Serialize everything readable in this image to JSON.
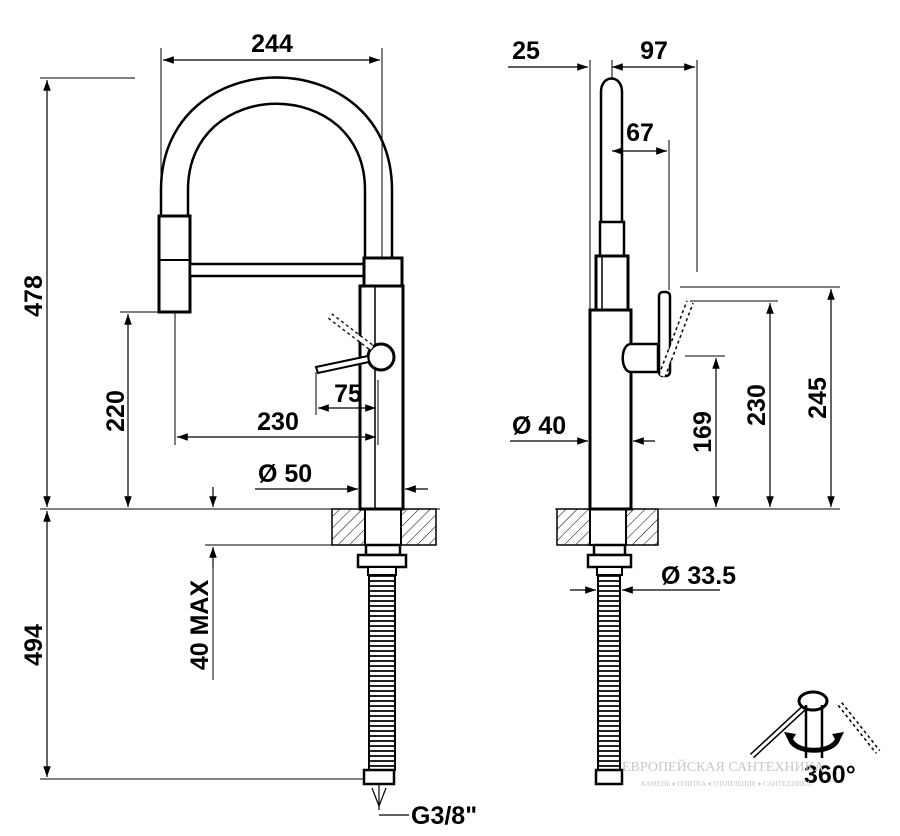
{
  "front_view": {
    "dim_width": "244",
    "dim_total_height": "478",
    "dim_spout_height": "220",
    "dim_reach": "230",
    "dim_lever_swing": "75",
    "dim_body_diameter": "Ø 50",
    "dim_below_deck": "494",
    "dim_deck_thickness": "40 MAX",
    "dim_connection": "G3/8\""
  },
  "side_view": {
    "dim_offset": "25",
    "dim_depth": "97",
    "dim_lever_depth": "67",
    "dim_body_diameter": "Ø 40",
    "dim_lever_base": "169",
    "dim_lever_mid": "230",
    "dim_lever_top": "245",
    "dim_shank_diameter": "Ø 33.5"
  },
  "rotation_symbol": {
    "label": "360°"
  },
  "watermark": {
    "title": "ЕВРОПЕЙСКАЯ САНТЕХНИКА",
    "subtitle": "КАМЕНЬ ♦ ПЛИТКА ♦ ОТОПЛЕНИЕ ♦ САНТЕХНИКА"
  }
}
